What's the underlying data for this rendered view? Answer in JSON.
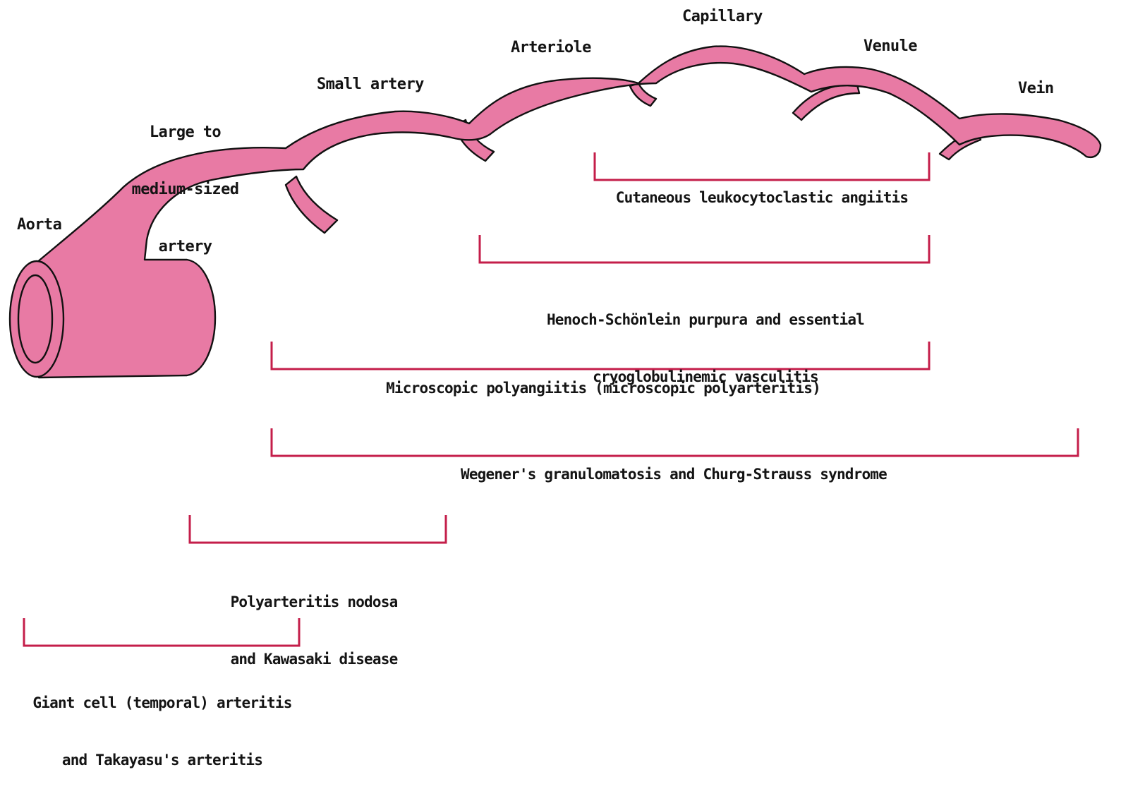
{
  "vessels": {
    "aorta": "Aorta",
    "large_artery": [
      "Large to",
      "medium-sized",
      "artery"
    ],
    "small_artery": "Small artery",
    "arteriole": "Arteriole",
    "capillary": "Capillary",
    "venule": "Venule",
    "vein": "Vein"
  },
  "diseases": {
    "cutaneous": "Cutaneous leukocytoclastic angiitis",
    "henoch": [
      "Henoch-Schönlein purpura and essential",
      "cryoglobulinemic vasculitis"
    ],
    "microscopic": "Microscopic polyangiitis (microscopic polyarteritis)",
    "wegener": "Wegener's granulomatosis and Churg-Strauss syndrome",
    "polyarteritis": [
      "Polyarteritis nodosa",
      "and Kawasaki disease"
    ],
    "giant_cell": [
      "Giant cell (temporal) arteritis",
      "and Takayasu's arteritis"
    ]
  },
  "colors": {
    "vessel_fill": "#e87aa4",
    "vessel_outline": "#111111",
    "bracket": "#c41e4a",
    "text": "#141414"
  }
}
